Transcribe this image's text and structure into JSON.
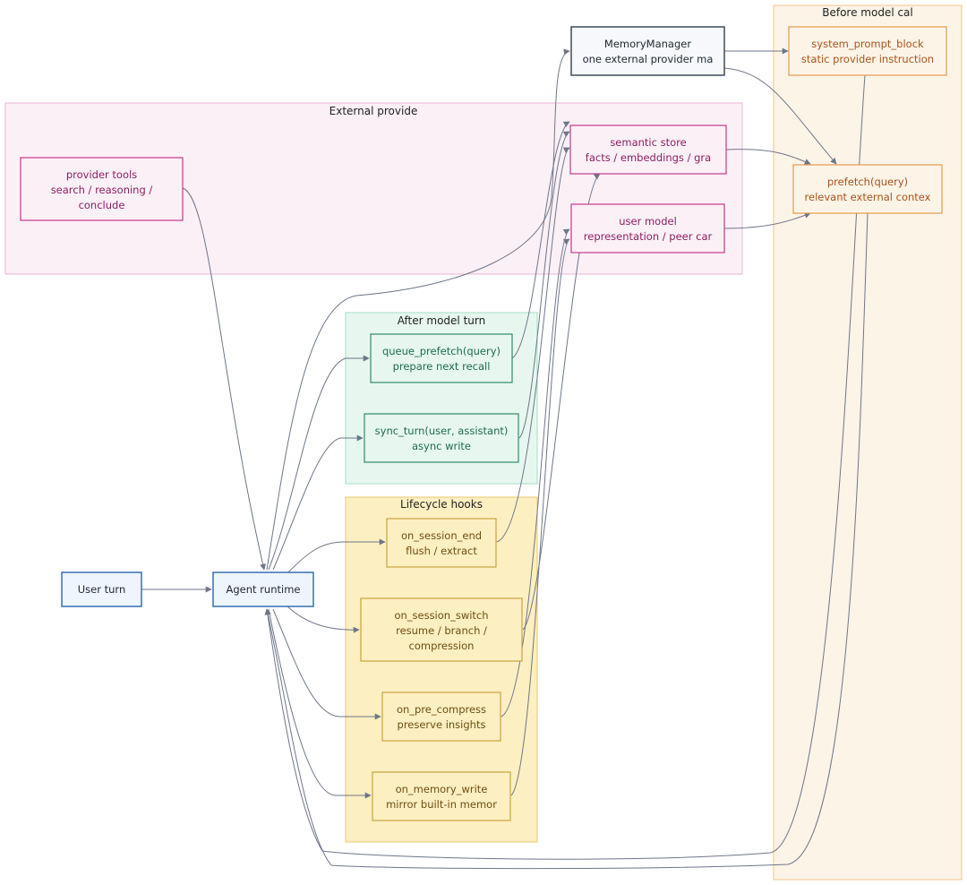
{
  "groups": {
    "before_model_call": "Before model cal",
    "external_provider": "External provide",
    "after_model_turn": "After model turn",
    "lifecycle_hooks": "Lifecycle hooks"
  },
  "nodes": {
    "memory_manager": [
      "MemoryManager",
      "one external provider ma"
    ],
    "system_prompt_block": [
      "system_prompt_block",
      "static provider instruction"
    ],
    "prefetch": [
      "prefetch(query)",
      "relevant external contex"
    ],
    "provider_tools": [
      "provider tools",
      "search / reasoning /",
      "conclude"
    ],
    "semantic_store": [
      "semantic store",
      "facts / embeddings / gra"
    ],
    "user_model": [
      "user model",
      "representation / peer car"
    ],
    "queue_prefetch": [
      "queue_prefetch(query)",
      "prepare next recall"
    ],
    "sync_turn": [
      "sync_turn(user, assistant)",
      "async write"
    ],
    "on_session_end": [
      "on_session_end",
      "flush / extract"
    ],
    "on_session_switch": [
      "on_session_switch",
      "resume / branch /",
      "compression"
    ],
    "on_pre_compress": [
      "on_pre_compress",
      "preserve insights"
    ],
    "on_memory_write": [
      "on_memory_write",
      "mirror built-in memor"
    ],
    "user_turn": [
      "User turn"
    ],
    "agent_runtime": [
      "Agent runtime"
    ]
  },
  "colors": {
    "blue_stroke": "#3a6fb5",
    "blue_fill": "#eef5fc",
    "slate_stroke": "#3e4a5a",
    "slate_fill": "#f6f8fb",
    "orange_stroke": "#e39a4c",
    "orange_text": "#a8531a",
    "magenta_stroke": "#c4378f",
    "magenta_text": "#8a1e63",
    "green_stroke": "#2e8c68",
    "green_text": "#1f6b4d",
    "gold_stroke": "#c9a33c",
    "gold_text": "#6e4e10"
  }
}
